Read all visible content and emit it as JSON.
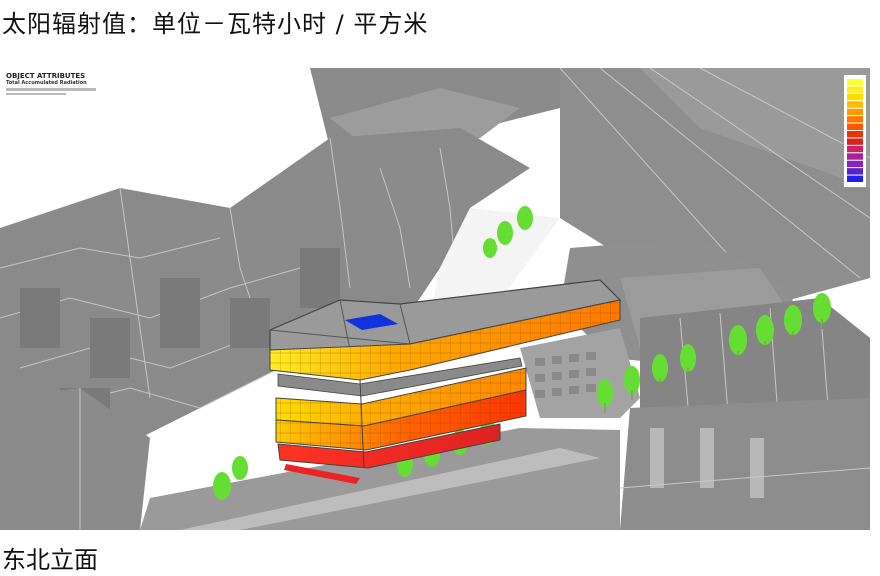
{
  "header": {
    "title": "太阳辐射值：单位－瓦特小时 / 平方米"
  },
  "footer": {
    "caption": "东北立面"
  },
  "analysis_panel": {
    "title": "OBJECT ATTRIBUTES",
    "subtitle": "Total Accumulated Radiation"
  },
  "legend": {
    "colors": [
      "#ffff33",
      "#ffee22",
      "#ffdd00",
      "#ffbb00",
      "#ff9900",
      "#ff7700",
      "#ff5500",
      "#ee3300",
      "#dd2222",
      "#cc2266",
      "#aa2299",
      "#8822bb",
      "#5522cc",
      "#2222ee"
    ]
  },
  "colors": {
    "building_gray": "#8c8c8c",
    "tree_green": "#66dd33",
    "roof_blue": "#1133dd"
  }
}
